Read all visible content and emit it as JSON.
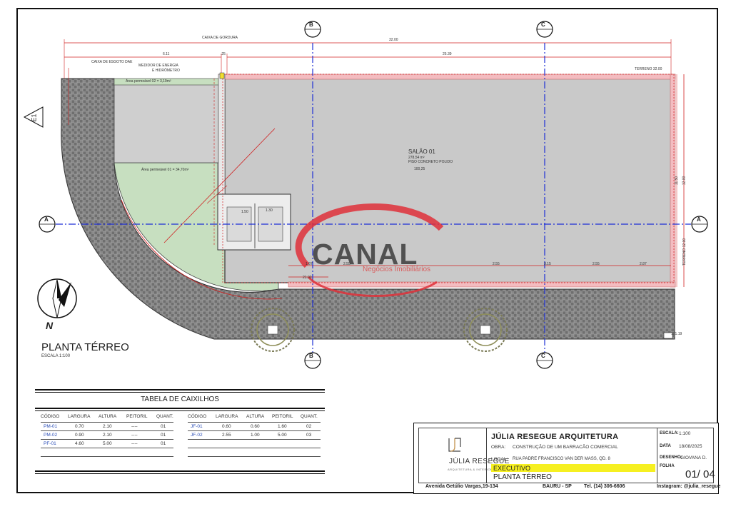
{
  "drawing": {
    "title": "PLANTA TÉRREO",
    "scale": "ESCALA 1:100",
    "room_name": "SALÃO 01",
    "room_area": "278,54 m²",
    "room_floor": "PISO CONCRETO POLIDO",
    "level_mark": "100,25",
    "permeable_1": "Área permeável 01 = 34,70m²",
    "permeable_2": "Área permeável 02 = 3,19m²",
    "caixa_gordura": "CAIXA DE GORDURA",
    "caixa_esgoto": "CAIXA DE ESGOTO DAE",
    "medidor": "MEDIDOR DE ENERGIA",
    "hidrometro": "E HIDRÔMETRO",
    "terreno_top": "TERRENO 32.00",
    "terreno_right_1": "TERRENO 12.00",
    "terreno_right_2": "TERRENO 12.00",
    "dims": {
      "total": "32.00",
      "left": "6.11",
      "mid": ".25",
      "right": "25.39",
      "bottom_1": "1.87",
      "bottom_2": "2.55",
      "bottom_3": "2.55",
      "bottom_4": "3.15",
      "bottom_5": "2.55",
      "bottom_6": "2.87",
      "right_h1": "11.50",
      "right_h2": "12.00",
      "wc_1": "1.50",
      "wc_2": "1.30",
      "gate": "21.00",
      "corner": "101.19"
    },
    "axes": {
      "a": "A",
      "b": "B",
      "c": "C"
    },
    "north": "N",
    "elevation_mark": "E1"
  },
  "table": {
    "title": "TABELA DE CAIXILHOS",
    "headers": [
      "CÓDIGO",
      "LARGURA",
      "ALTURA",
      "PEITORIL",
      "QUANT."
    ],
    "left_rows": [
      [
        "PM-01",
        "0.70",
        "2.10",
        "----",
        "01"
      ],
      [
        "PM-02",
        "0.90",
        "2.10",
        "----",
        "01"
      ],
      [
        "PF-01",
        "4.60",
        "5.00",
        "----",
        "01"
      ]
    ],
    "right_rows": [
      [
        "JF-01",
        "0.60",
        "0.60",
        "1.60",
        "02"
      ],
      [
        "JF-02",
        "2.55",
        "1.00",
        "5.00",
        "03"
      ]
    ]
  },
  "titleblock": {
    "firm": "JÚLIA RESEGUE ARQUITETURA",
    "obra_label": "OBRA:",
    "obra": "CONSTRUÇÃO DE UM BARRACÃO COMERCIAL",
    "local_label": "LOCAL:",
    "local": "RUA PADRE FRANCISCO VAN DER MASS, QD. 8",
    "phase": "EXECUTIVO",
    "sheet_title": "PLANTA TÉRREO",
    "logo_name": "JÚLIA RESEGUE",
    "logo_sub": "ARQUITETURA & INTERIORES",
    "escala_label": "ESCALA:",
    "escala": "1:100",
    "data_label": "DATA",
    "data": "18/08/2025",
    "desenho_label": "DESENHO:",
    "desenho": "GIOVANA D.",
    "folha_label": "FOLHA",
    "folha": "01/ 04",
    "address": "Avenida Getúlio Vargas,19-134",
    "city": "BAURU - SP",
    "tel": "Tel. (14) 306-6606",
    "instagram": "Instagram: @julia_resegue"
  },
  "watermark": {
    "name": "CANAL",
    "sub": "Negócios Imobiliários"
  },
  "colors": {
    "hatch": "#7d7d7d",
    "floor": "#c9c9c9",
    "green": "#c7dfc0",
    "dimension": "#d02020",
    "axis": "#1d2fd6",
    "wall_pink": "#f3bcc0"
  }
}
